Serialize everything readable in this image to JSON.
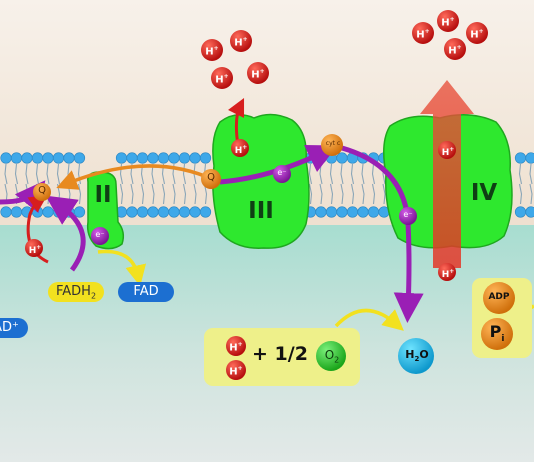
{
  "complexes": {
    "ii": "II",
    "iii": "III",
    "iv": "IV"
  },
  "carriers": {
    "q_left": "Q",
    "q_right": "Q",
    "cytc": "cyt c",
    "electron": "e⁻"
  },
  "proton": {
    "symbol": "H",
    "charge": "+"
  },
  "molecules": {
    "fadh2": "FADH",
    "fadh2_sub": "2",
    "fad": "FAD",
    "nad_plus": "AD⁺",
    "water": "H",
    "water_sub": "2",
    "water_o": "O",
    "oxygen": "O",
    "oxygen_sub": "2",
    "adp": "ADP",
    "pi": "P",
    "pi_sub": "i"
  },
  "reaction": {
    "plus_half": "+ 1/2"
  },
  "colors": {
    "complex": "#2ee82e",
    "proton": "#d71e1e",
    "electron_path": "#9a1fb5",
    "q_path": "#e88a20",
    "fadh2_pill": "#f2e11f",
    "fad_pill": "#1c6fd1",
    "lipid_head": "#3ea8e9",
    "box": "#eef08a"
  }
}
